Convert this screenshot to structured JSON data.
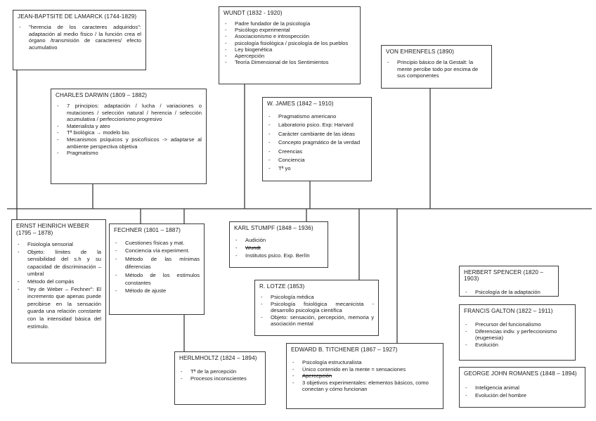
{
  "boxes": {
    "lamarck": {
      "title": "JEAN-BAPTSITE DE LAMARCK (1744-1829)",
      "items": [
        "\"herencia de los caracteres adquiridos\": adaptación al medio físico / la función crea el órgano /transmisión de caracteres/ efecto acumulativo"
      ]
    },
    "wundt": {
      "title": "WUNDT (1832 - 1920)",
      "items": [
        "Padre fundador de la psicología",
        "Psicólogo experimental",
        "Asociacionismo e introspección",
        "psicología fisiológica / psicología de los pueblos",
        "Ley biogenética",
        "Apercepción",
        "Teoría Dimensional de los Sentimientos"
      ]
    },
    "ehrenfels": {
      "title": "VON EHRENFELS (1890)",
      "items": [
        "Principio básico de la Gestalt: la mente percibe todo por encima de sus componentes"
      ]
    },
    "darwin": {
      "title": "CHARLES DARWIN (1809 – 1882)",
      "items": [
        "7 principios: adaptación / lucha / variaciones o mutaciones / selección natural / herencia / selección acumulativa / perfeccionismo progresivo",
        "Materialista y ateo",
        "Tª biológica → modelo bio.",
        "Mecanismos psíquicos y psicofísicos -> adaptarse al ambiente perspectiva objetiva",
        "Pragmatismo"
      ]
    },
    "james": {
      "title": "W. JAMES (1842 – 1910)",
      "items": [
        "Pragmatismo americano",
        "Laboratorio psico. Exp: Harvard",
        "Carácter cambiante de las ideas",
        "Concepto pragmático de la verdad",
        "Creencias",
        "Conciencia",
        "Tª yo"
      ]
    },
    "weber": {
      "title": "ERNST HEINRICH WEBER (1795 – 1878)",
      "items": [
        "Fisiología sensorial",
        "Objeto: límites de la sensibilidad del s.h y su capacidad de discriminación – umbral",
        "Método del compás",
        "\"ley de Weber – Fechner\": El incremento que apenas puede percibirse en la sensación guarda una relación constante con la intensidad básica del estímulo."
      ]
    },
    "fechner": {
      "title": "FECHNER (1801 – 1887)",
      "items": [
        "Cuestiones físicas y mat.",
        "Conciencia vía experiment.",
        "Método de las mínimas diferencias",
        "Método de los estímulos constantes",
        "Método de ajuste"
      ]
    },
    "stumpf": {
      "title": "KARL STUMPF (1848 – 1936)",
      "items": [
        "Audición",
        "Wundt",
        "Institutos psico. Exp. Berlín"
      ]
    },
    "lotze": {
      "title": "R. LOTZE (1853)",
      "items": [
        "Psicología médica",
        "Psicología fisiológica mecanicista - desarrollo psicología científica",
        "Objeto: sensación, percepción, memoria y asociación mental"
      ]
    },
    "helmholtz": {
      "title": "HERLMHOLTZ (1824 – 1894)",
      "items": [
        "Tª de la percepción",
        "Procesos inconscientes"
      ]
    },
    "titchener": {
      "title": "EDWARD B. TITCHENER (1867 – 1927)",
      "items": [
        "Psicología estructuralista",
        "Único contenido en la mente = sensaciones",
        "Apercepción",
        "3 objetivos experimentales: elementos básicos, como conectan y cómo funcionan"
      ]
    },
    "spencer": {
      "title": "HERBERT SPENCER (1820 – 1903)",
      "items": [
        "Psicología de la adaptación"
      ]
    },
    "galton": {
      "title": "FRANCIS GALTON (1822 – 1911)",
      "items": [
        "Precursor del funcionalismo",
        "Diferencias indiv. y perfeccionismo (eugenesia)",
        "Evolución"
      ]
    },
    "romanes": {
      "title": "GEORGE JOHN ROMANES (1848 – 1894)",
      "items": [
        "Inteligencia animal",
        "Evolución del hombre"
      ]
    }
  },
  "colors": {
    "line": "#3a3a3a",
    "border": "#3a3a3a",
    "text": "#1a1a1a"
  }
}
